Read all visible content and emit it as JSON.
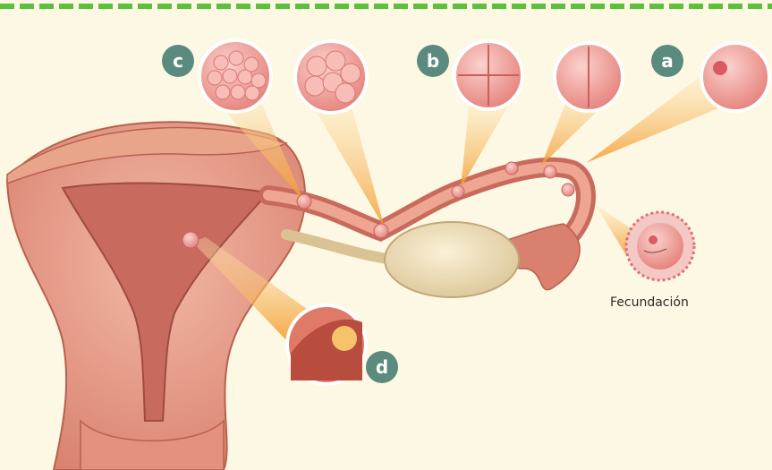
{
  "labels": {
    "a": "a",
    "b": "b",
    "c": "c",
    "d": "d"
  },
  "caption": "Fecundación",
  "colors": {
    "background": "#fdf8e4",
    "border": "#5cc13a",
    "badge": "#5b8a7e",
    "tissue": "#e89a86",
    "tissue_dark": "#c86a5c",
    "cell": "#f3a7a2",
    "ovary": "#efe0b8",
    "beam": "#f6b256"
  }
}
